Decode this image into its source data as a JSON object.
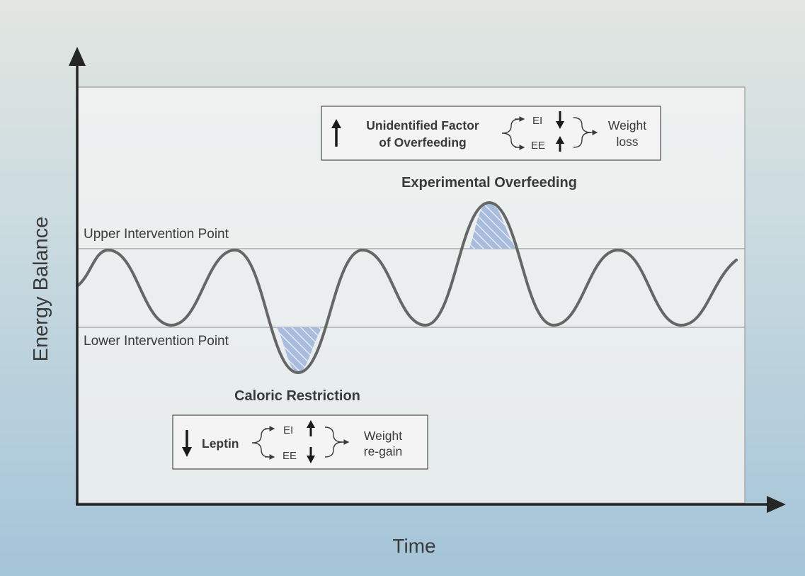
{
  "axes": {
    "y_label": "Energy Balance",
    "x_label": "Time"
  },
  "lines": {
    "upper_label": "Upper Intervention Point",
    "lower_label": "Lower Intervention Point"
  },
  "overfeeding": {
    "heading": "Experimental Overfeeding",
    "factor_line1": "Unidentified Factor",
    "factor_line2": "of Overfeeding",
    "ei": "EI",
    "ee": "EE",
    "outcome_line1": "Weight",
    "outcome_line2": "loss"
  },
  "restriction": {
    "heading": "Caloric Restriction",
    "factor": "Leptin",
    "ei": "EI",
    "ee": "EE",
    "outcome_line1": "Weight",
    "outcome_line2": "re-gain"
  },
  "colors": {
    "curve": "#666666",
    "shade_fill": "#9fb4d8",
    "hatch": "#5f78ad",
    "axis": "#262626"
  }
}
